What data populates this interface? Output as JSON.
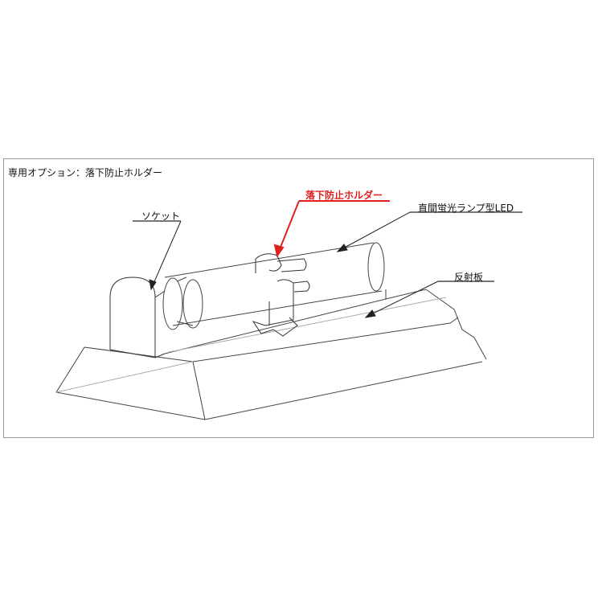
{
  "title": "専用オプション：落下防止ホルダー",
  "labels": {
    "holder": "落下防止ホルダー",
    "led": "直間蛍光ランプ型LED",
    "socket": "ソケット",
    "reflector": "反射板"
  },
  "colors": {
    "highlight": "#e02020",
    "line": "#333333",
    "border": "#999999"
  }
}
